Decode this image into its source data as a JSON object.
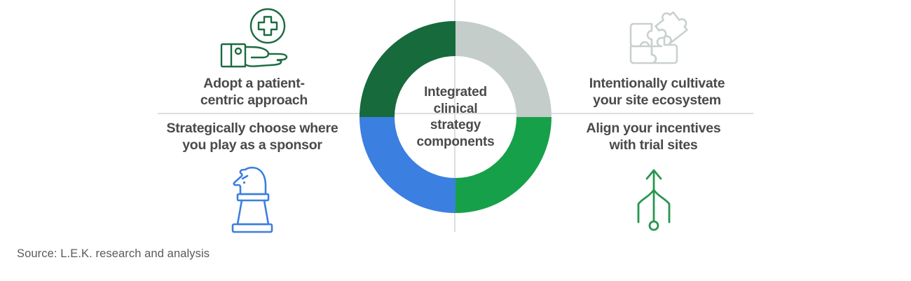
{
  "center": {
    "lines": [
      "Integrated",
      "clinical",
      "strategy",
      "components"
    ]
  },
  "quadrants": [
    {
      "id": "top-left",
      "label": "Adopt a patient-\ncentric approach",
      "icon": "hand-holding-medical-cross-icon",
      "color": "#166a3c",
      "segment": "top-left"
    },
    {
      "id": "top-right",
      "label": "Intentionally cultivate\nyour site ecosystem",
      "icon": "puzzle-pieces-icon",
      "color": "#c4cdca",
      "segment": "top-right"
    },
    {
      "id": "bottom-left",
      "label": "Strategically choose where\nyou play as a sponsor",
      "icon": "chess-knight-icon",
      "color": "#3b7fe0",
      "segment": "bottom-left"
    },
    {
      "id": "bottom-right",
      "label": "Align your incentives\nwith trial sites",
      "icon": "merge-arrow-up-icon",
      "color": "#17a04a",
      "segment": "bottom-right"
    }
  ],
  "source": {
    "text": "Source: L.E.K. research and analysis"
  },
  "colors": {
    "dark_green": "#166a3c",
    "light_gray_green": "#c4cdca",
    "medium_green": "#17a04a",
    "blue": "#3b7fe0",
    "text": "#4a4a4a",
    "divider": "#dcdfe0",
    "background": "#ffffff"
  },
  "chart_data": {
    "type": "pie",
    "title": "Integrated clinical strategy components",
    "categories": [
      "Adopt a patient-centric approach",
      "Intentionally cultivate your site ecosystem",
      "Align your incentives with trial sites",
      "Strategically choose where you play as a sponsor"
    ],
    "values": [
      25,
      25,
      25,
      25
    ],
    "colors": [
      "#166a3c",
      "#c4cdca",
      "#17a04a",
      "#3b7fe0"
    ],
    "donut": true,
    "legend_position": "around",
    "xlabel": "",
    "ylabel": ""
  }
}
